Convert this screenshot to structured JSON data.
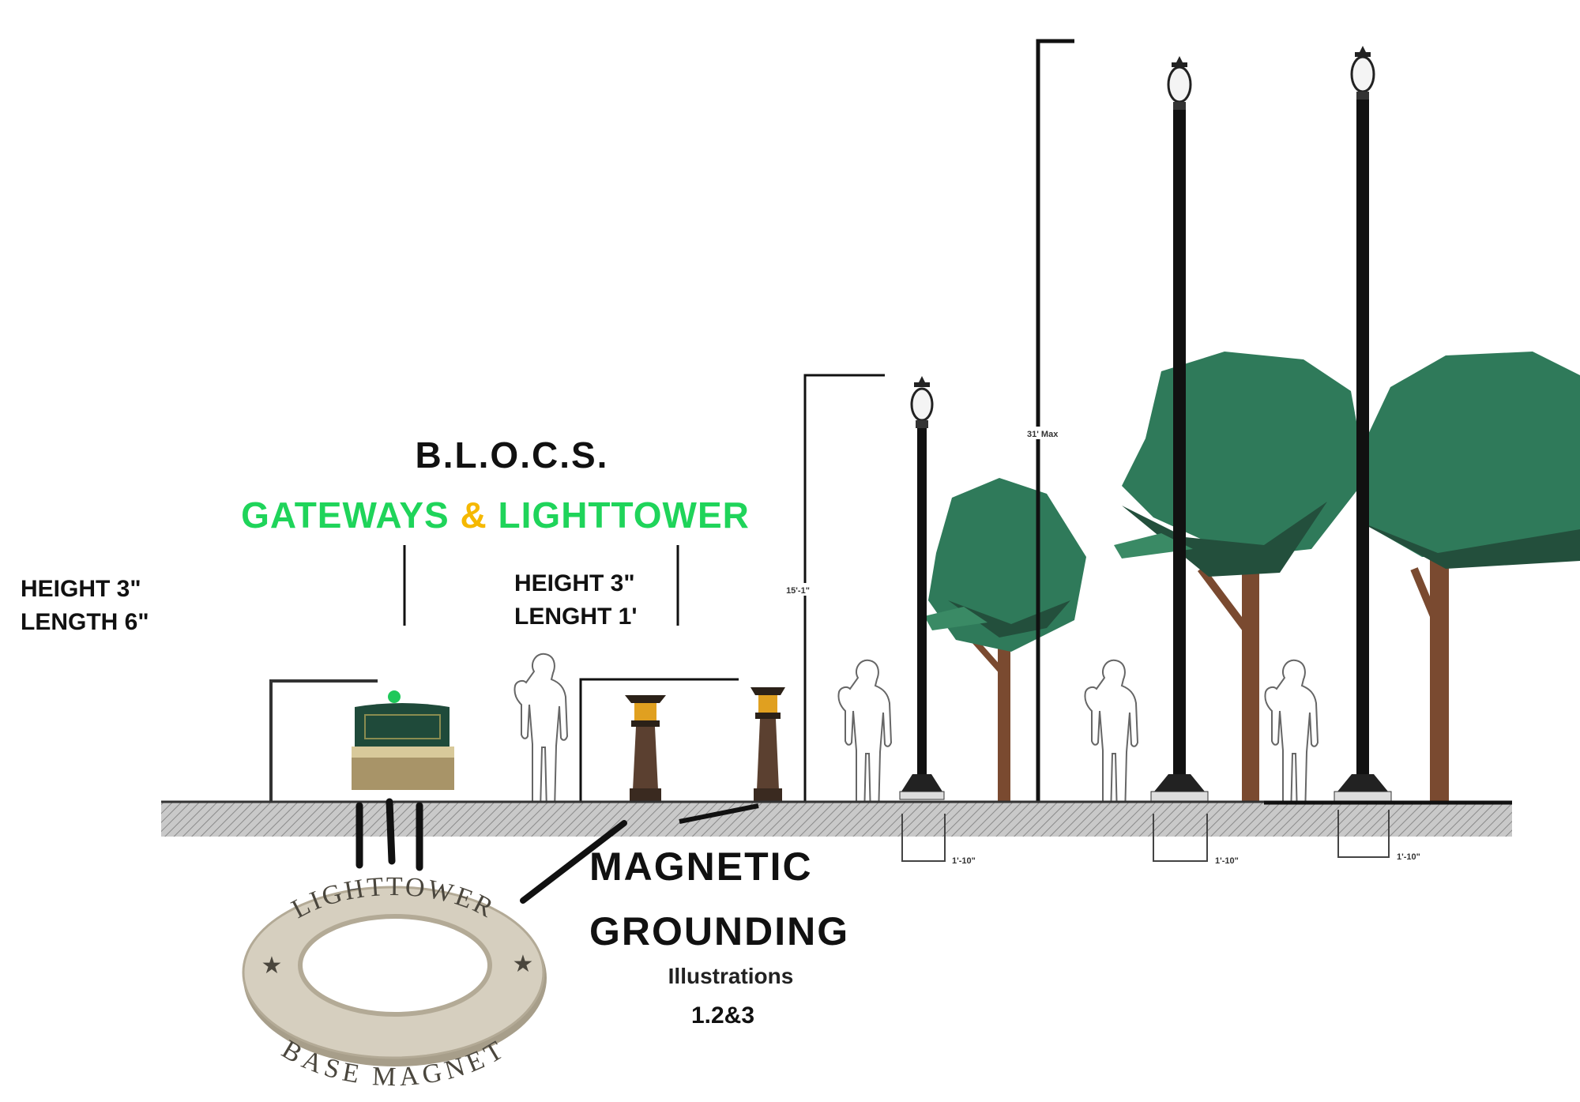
{
  "title": "B.L.O.C.S.",
  "subtitle": {
    "part1": "GATEWAYS",
    "amp": "&",
    "part2": "LIGHTTOWER"
  },
  "gateway_dims": {
    "height": "HEIGHT 3\"",
    "length": "LENGTH 6\""
  },
  "bollard_dims": {
    "height": "HEIGHT 3\"",
    "length": "LENGHT 1'"
  },
  "dimension_labels": {
    "mid_height": "15'-1\"",
    "max_height": "31' Max",
    "footing": [
      "1'-10\"",
      "1'-10\"",
      "1'-10\""
    ]
  },
  "ring": {
    "top": "LIGHTTOWER",
    "bottom": "BASE MAGNET"
  },
  "caption": {
    "line1": "MAGNETIC",
    "line2": "GROUNDING",
    "line3": "Illustrations",
    "line4": "1.2&3"
  },
  "colors": {
    "green": "#1fd45a",
    "amber": "#f5b800",
    "tree": "#2f7a5a",
    "trunk": "#7a4a30"
  }
}
